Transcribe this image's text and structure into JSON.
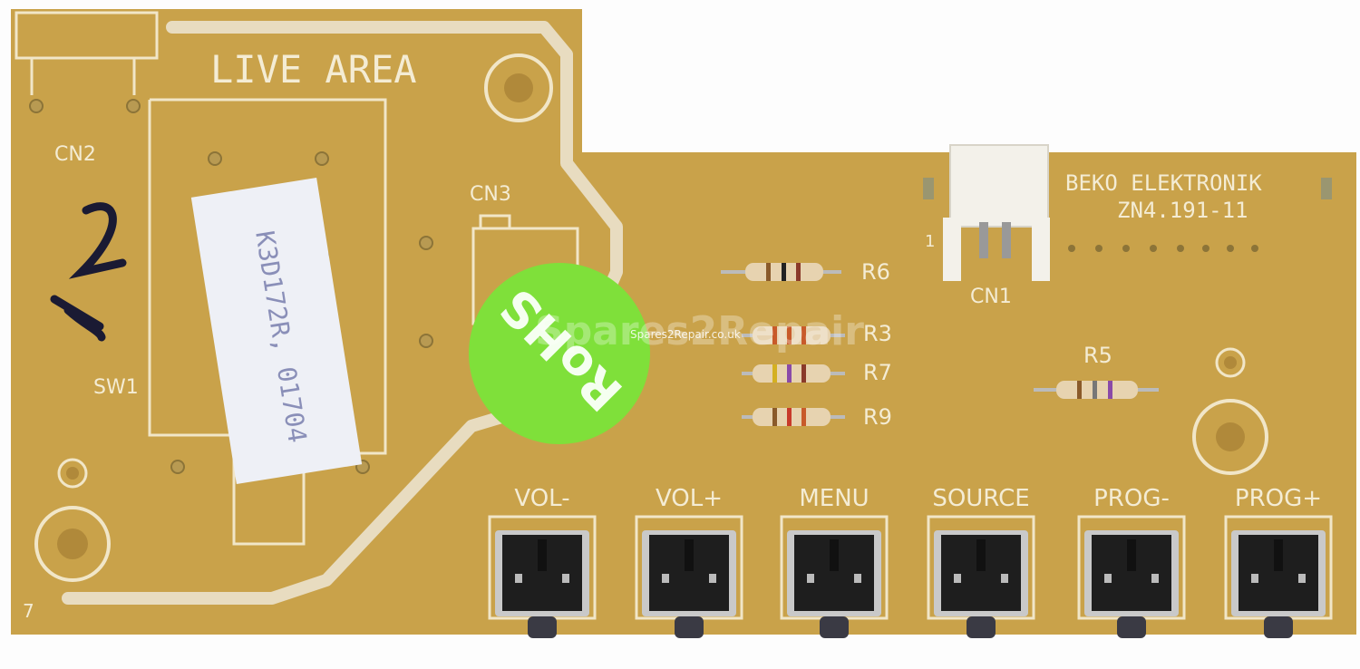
{
  "board": {
    "colors": {
      "board": "#c9a24a",
      "silkscreen": "#f4ecd4",
      "rohs_sticker": "#7fe03a",
      "button": "#1e1e1e"
    },
    "live_area_label": "LIVE AREA",
    "manufacturer": "BEKO ELEKTRONIK",
    "part_number": "ZN4.191-11",
    "connectors": {
      "cn1": "CN1",
      "cn2": "CN2",
      "cn3": "CN3",
      "pin1": "1"
    },
    "switch_label": "SW1",
    "corner_mark": "7",
    "resistors": [
      "R6",
      "R3",
      "R7",
      "R9",
      "R5"
    ],
    "buttons": [
      "VOL-",
      "VOL+",
      "MENU",
      "SOURCE",
      "PROG-",
      "PROG+"
    ],
    "sticker_label": "K3D172R, 01704",
    "rohs_label": "RoHS",
    "handwritten": "12",
    "watermark": "Spares2Repair",
    "watermark_small": "Spares2Repair.co.uk"
  }
}
